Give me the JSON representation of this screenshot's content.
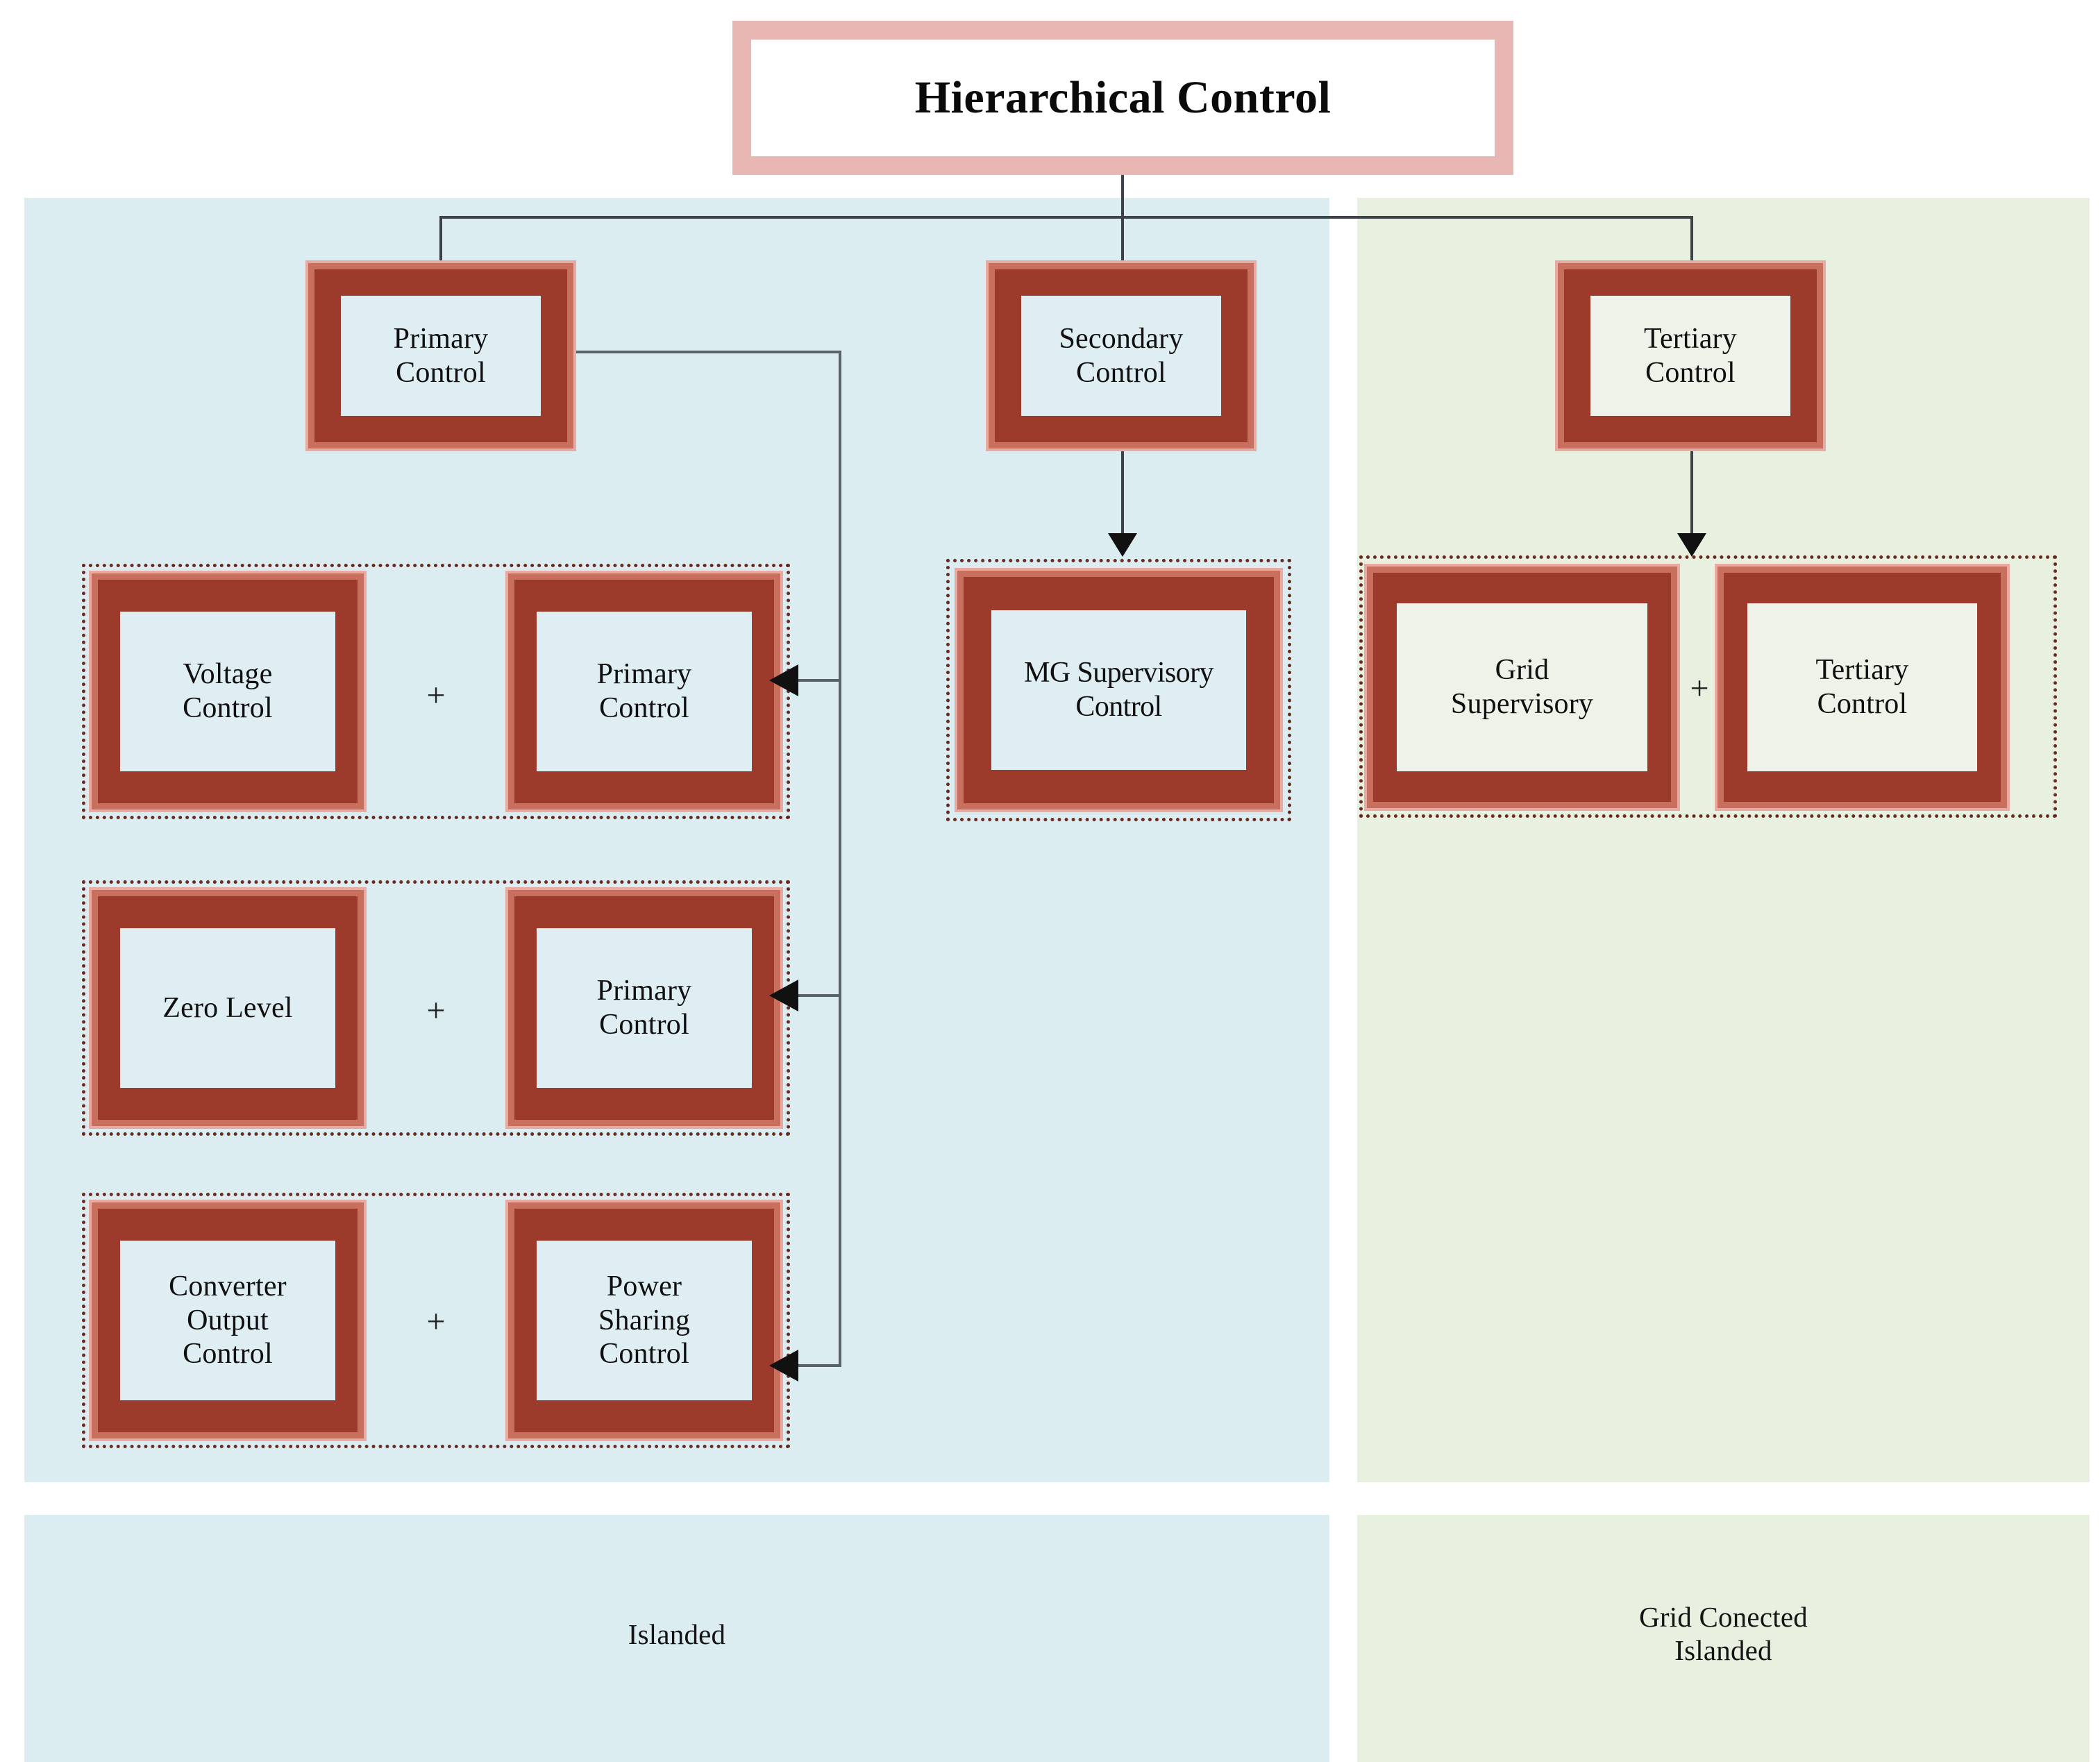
{
  "diagram": {
    "title": "Hierarchical Control",
    "colors": {
      "title_border": "#E8B7B4",
      "title_fill": "#FFFFFF",
      "box_border": "#9C3A2C",
      "box_border_liner": "#C96F5E",
      "islanded_panel": "#DCEDF2",
      "grid_panel": "#E8F0E0",
      "connector": "#3C4247",
      "arrow": "#111111",
      "group_dotted_border": "#6B2A20"
    }
  },
  "panels": {
    "islanded": {
      "caption": "Islanded"
    },
    "grid": {
      "caption": "Grid Conected\nIslanded"
    }
  },
  "level1": {
    "primary": "Primary\nControl",
    "secondary": "Secondary\nControl",
    "tertiary": "Tertiary\nControl"
  },
  "groups": {
    "voltage": {
      "left_box": "Voltage\nControl",
      "operator": "+",
      "right_box": "Primary\nControl"
    },
    "zerolevel": {
      "left_box": "Zero Level",
      "operator": "+",
      "right_box": "Primary\nControl"
    },
    "converter": {
      "left_box": "Converter\nOutput\nControl",
      "operator": "+",
      "right_box": "Power\nSharing\nControl"
    },
    "mg": {
      "box": "MG Supervisory\nControl"
    },
    "grid": {
      "left_box": "Grid\nSupervisory",
      "operator": "+",
      "right_box": "Tertiary\nControl"
    }
  }
}
